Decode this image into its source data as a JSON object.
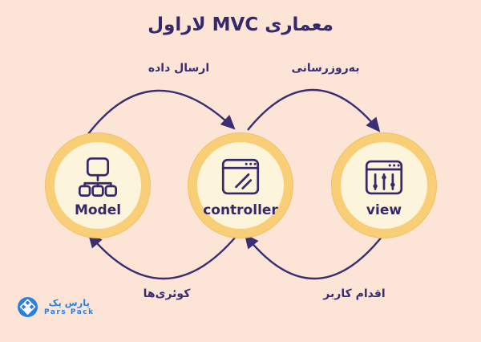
{
  "title": "معماری MVC لاراول",
  "colors": {
    "background": "#fce4d7",
    "purple": "#36296b",
    "ring_gold": "#f8cf76",
    "inner_cream": "#fdf4dc",
    "logo_blue": "#2b80dd"
  },
  "nodes": [
    {
      "id": "model",
      "label": "Model",
      "icon": "sitemap-icon"
    },
    {
      "id": "controller",
      "label": "controller",
      "icon": "browser-code-icon"
    },
    {
      "id": "view",
      "label": "view",
      "icon": "browser-sliders-icon"
    }
  ],
  "arrows": [
    {
      "from": "model",
      "to": "controller",
      "label": "ارسال داده",
      "position": "top-left"
    },
    {
      "from": "controller",
      "to": "view",
      "label": "به‌روزرسانی",
      "position": "top-right"
    },
    {
      "from": "controller",
      "to": "model",
      "label": "کوئری‌ها",
      "position": "bottom-left"
    },
    {
      "from": "view",
      "to": "controller",
      "label": "اقدام کاربر",
      "position": "bottom-right"
    }
  ],
  "logo": {
    "name_fa": "پارس پک",
    "name_en": "Pars Pack"
  }
}
